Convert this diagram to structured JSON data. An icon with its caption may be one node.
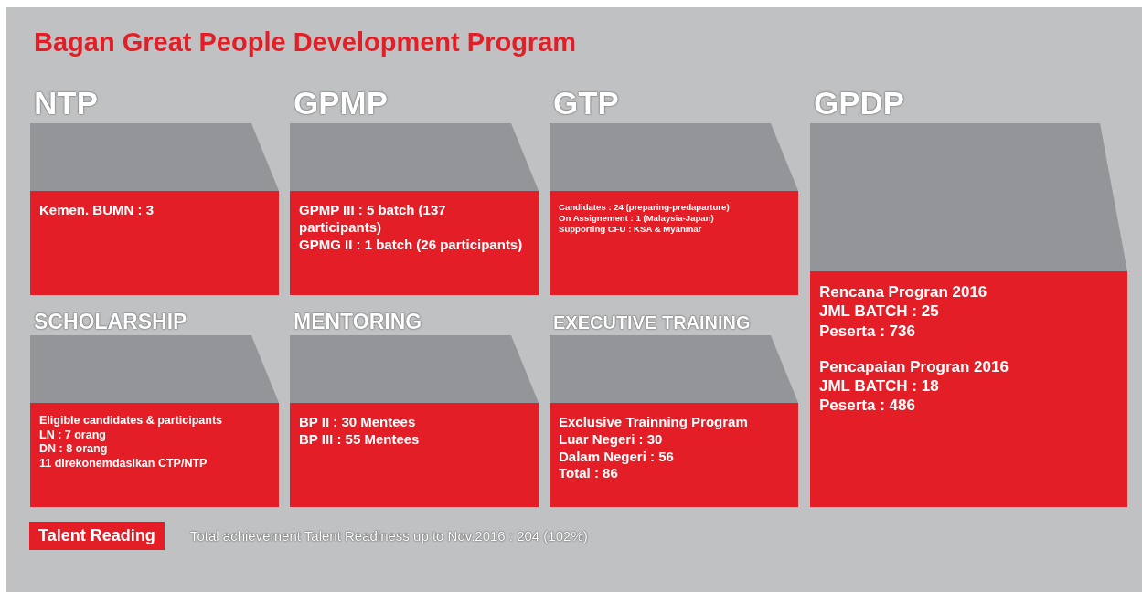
{
  "diagram": {
    "title": "Bagan Great People Development Program",
    "nodes": [
      {
        "text": [
          "NTP",
          "Kemen. BUMN : 3"
        ]
      },
      {
        "text": [
          "GPMP",
          "GPMP III : 5 batch (137 participants)",
          "GPMG II : 1 batch (26 participants)"
        ]
      },
      {
        "text": [
          "GTP",
          "Candidates : 24 (preparing-predaparture)",
          "On Assignement : 1 (Malaysia-Japan)",
          "Supporting CFU : KSA & Myanmar"
        ]
      },
      {
        "text": [
          "GPDP",
          "Rencana Progran 2016",
          "JML BATCH : 25",
          "Peserta : 736",
          "Pencapaian Progran 2016",
          "JML BATCH : 18",
          "Peserta : 486"
        ]
      },
      {
        "text": [
          "SCHOLARSHIP",
          "Eligible candidates & participants",
          "LN : 7 orang",
          "DN : 8 orang",
          "11 direkonemdasikan CTP/NTP"
        ]
      },
      {
        "text": [
          "MENTORING",
          "BP II : 30 Mentees",
          "BP III : 55 Mentees"
        ]
      },
      {
        "text": [
          "EXECUTIVE TRAINING",
          "Exclusive Trainning Program",
          "Luar Negeri : 30",
          "Dalam Negeri : 56",
          "Total : 86"
        ]
      },
      {
        "text": [
          "Talent Reading"
        ],
        "beside": [
          "Total achievement Talent Readiness up to Nov.2016 : 204 (102%)"
        ]
      }
    ],
    "edges": []
  }
}
